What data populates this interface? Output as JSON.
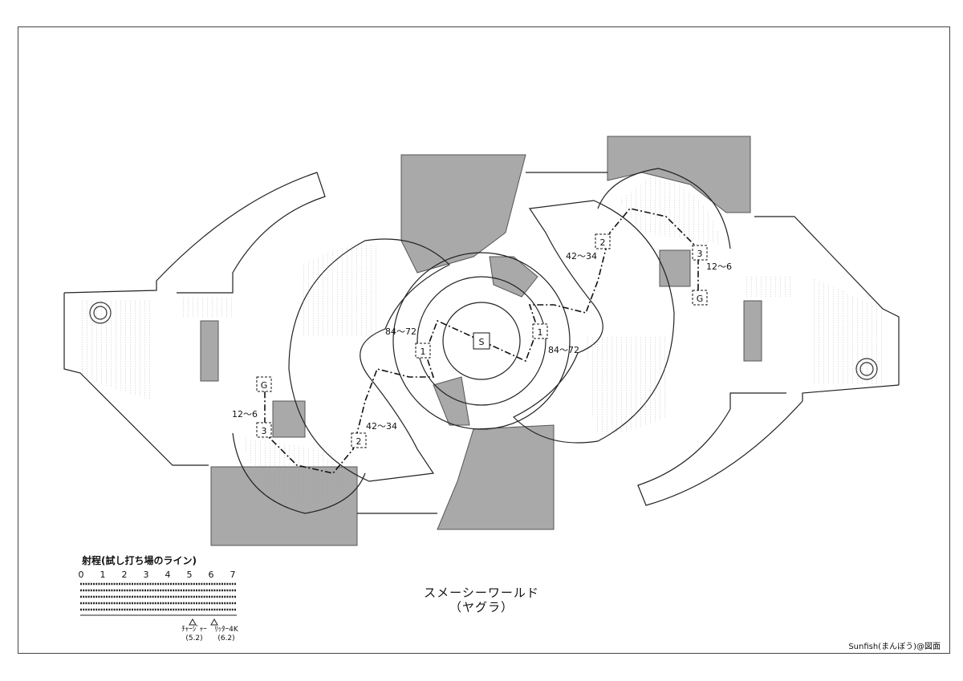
{
  "title": {
    "line1": "スメーシーワールド",
    "line2": "（ヤグラ）"
  },
  "credit": "Sunfish(まんぼう)@図面",
  "legend": {
    "title": "射程(試し打ち場のライン)",
    "ticks": [
      "0",
      "1",
      "2",
      "3",
      "4",
      "5",
      "6",
      "7"
    ],
    "weapons": [
      {
        "name": "ﾁｬｰｼﾞｬｰ",
        "value": "(5.2)"
      },
      {
        "name": "ﾘｯﾀｰ4K",
        "value": "(6.2)"
      }
    ]
  },
  "map": {
    "start_label": "S",
    "checkpoints": {
      "left_1": "1",
      "left_2": "2",
      "left_3": "3",
      "left_goal": "G",
      "right_1": "1",
      "right_2": "2",
      "right_3": "3",
      "right_goal": "G"
    },
    "counters": {
      "left_84_72": "84～72",
      "left_42_34": "42～34",
      "left_12_6": "12～6",
      "right_84_72": "84～72",
      "right_42_34": "42～34",
      "right_12_6": "12～6"
    }
  },
  "colors": {
    "wall": "#a9a9a9",
    "line": "#111111",
    "paper": "#ffffff"
  }
}
